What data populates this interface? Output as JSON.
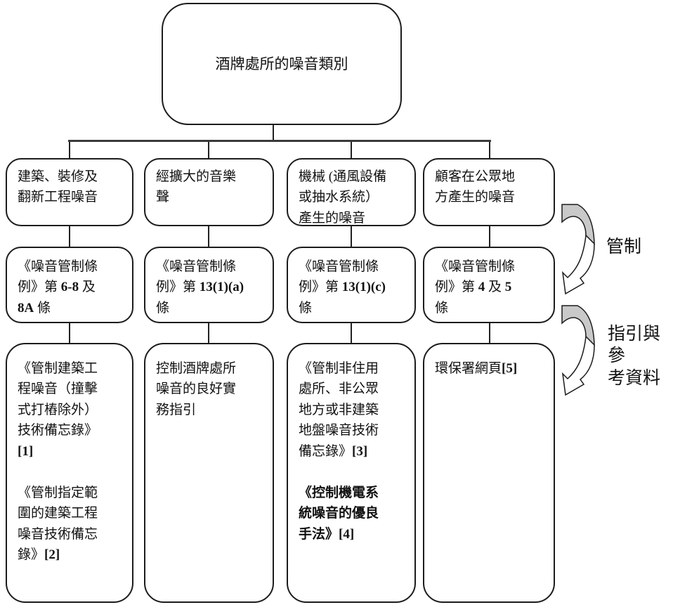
{
  "diagram": {
    "root": {
      "label": "酒牌處所的噪音類別"
    },
    "columns": [
      {
        "category": "建築、裝修及\n翻新工程噪音",
        "regulation_runs": [
          {
            "t": "《噪音管制條\n例》第 "
          },
          {
            "t": "6-8",
            "b": true
          },
          {
            "t": " 及\n"
          },
          {
            "t": "8A",
            "b": true
          },
          {
            "t": " 條"
          }
        ],
        "guidance_runs": [
          {
            "t": "《管制建築工\n程噪音（撞擊\n式打樁除外）\n技術備忘錄》\n"
          },
          {
            "t": "[1]",
            "b": true
          },
          {
            "t": "\n\n《管制指定範\n圍的建築工程\n噪音技術備忘\n錄》"
          },
          {
            "t": "[2]",
            "b": true
          }
        ]
      },
      {
        "category": "經擴大的音樂\n聲",
        "regulation_runs": [
          {
            "t": "《噪音管制條\n例》第 "
          },
          {
            "t": "13(1)(a)",
            "b": true
          },
          {
            "t": "\n條"
          }
        ],
        "guidance_runs": [
          {
            "t": "控制酒牌處所\n噪音的良好實\n務指引"
          }
        ]
      },
      {
        "category": "機械 (通風設備\n或抽水系統）\n產生的噪音",
        "regulation_runs": [
          {
            "t": "《噪音管制條\n例》第 "
          },
          {
            "t": "13(1)(c)",
            "b": true
          },
          {
            "t": "\n條"
          }
        ],
        "guidance_runs": [
          {
            "t": "《管制非住用\n處所、非公眾\n地方或非建築\n地盤噪音技術\n備忘錄》"
          },
          {
            "t": "[3]",
            "b": true
          },
          {
            "t": "\n\n"
          },
          {
            "t": "《控制機電系\n統噪音的優良\n手法》",
            "b": true
          },
          {
            "t": "[4]",
            "b": true
          }
        ]
      },
      {
        "category": "顧客在公眾地\n方產生的噪音",
        "regulation_runs": [
          {
            "t": "《噪音管制條\n例》第 "
          },
          {
            "t": "4",
            "b": true
          },
          {
            "t": " 及 "
          },
          {
            "t": "5",
            "b": true
          },
          {
            "t": "\n條"
          }
        ],
        "guidance_runs": [
          {
            "t": "環保署網頁"
          },
          {
            "t": "[5]",
            "b": true
          }
        ]
      }
    ],
    "arrows": [
      {
        "label": "管制"
      },
      {
        "label": "指引與參\n考資料"
      }
    ],
    "colors": {
      "arrow_fill": "#c9c9c9",
      "outline": "#1c1c1c",
      "connector": "#3a3a3a"
    }
  }
}
